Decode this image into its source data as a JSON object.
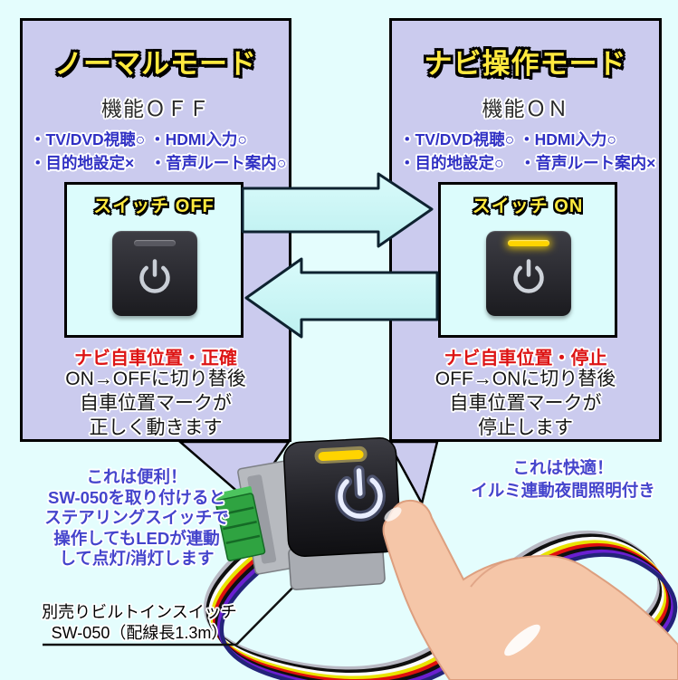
{
  "modes": {
    "left": {
      "title": "ノーマルモード",
      "subtitle": "機能ＯＦＦ",
      "features": [
        "・TV/DVD視聴○ ・HDMI入力○",
        "・目的地設定×　・音声ルート案内○"
      ],
      "switch_label": "スイッチ OFF",
      "result_title": "ナビ自車位置・正確",
      "result_lines": [
        "ON→OFFに切り替後",
        "自車位置マークが",
        "正しく動きます"
      ]
    },
    "right": {
      "title": "ナビ操作モード",
      "subtitle": "機能ＯＮ",
      "features": [
        "・TV/DVD視聴○ ・HDMI入力○",
        "・目的地設定○　・音声ルート案内×"
      ],
      "switch_label": "スイッチ ON",
      "result_title": "ナビ自車位置・停止",
      "result_lines": [
        "OFF→ONに切り替後",
        "自車位置マークが",
        "停止します"
      ]
    }
  },
  "notes": {
    "left_lines": [
      "これは便利！",
      "SW-050を取り付けると",
      "ステアリングスイッチで",
      "操作してもLEDが連動",
      "して点灯/消灯します"
    ],
    "right_lines": [
      "これは快適！",
      "イルミ連動夜間照明付き"
    ]
  },
  "product_label": {
    "line1": "別売りビルトインスイッチ",
    "line2": "SW-050（配線長1.3m）"
  },
  "colors": {
    "background": "#e4fdfd",
    "panel": "#cbcbee",
    "title_yellow": "#ffe93e",
    "feature_blue": "#3030c4",
    "alert_red": "#dd1515",
    "note_blue": "#4444cc",
    "arrow_fill": "#c9f6f6",
    "led_yellow": "#ffd400",
    "connector_green": "#2fa341"
  }
}
